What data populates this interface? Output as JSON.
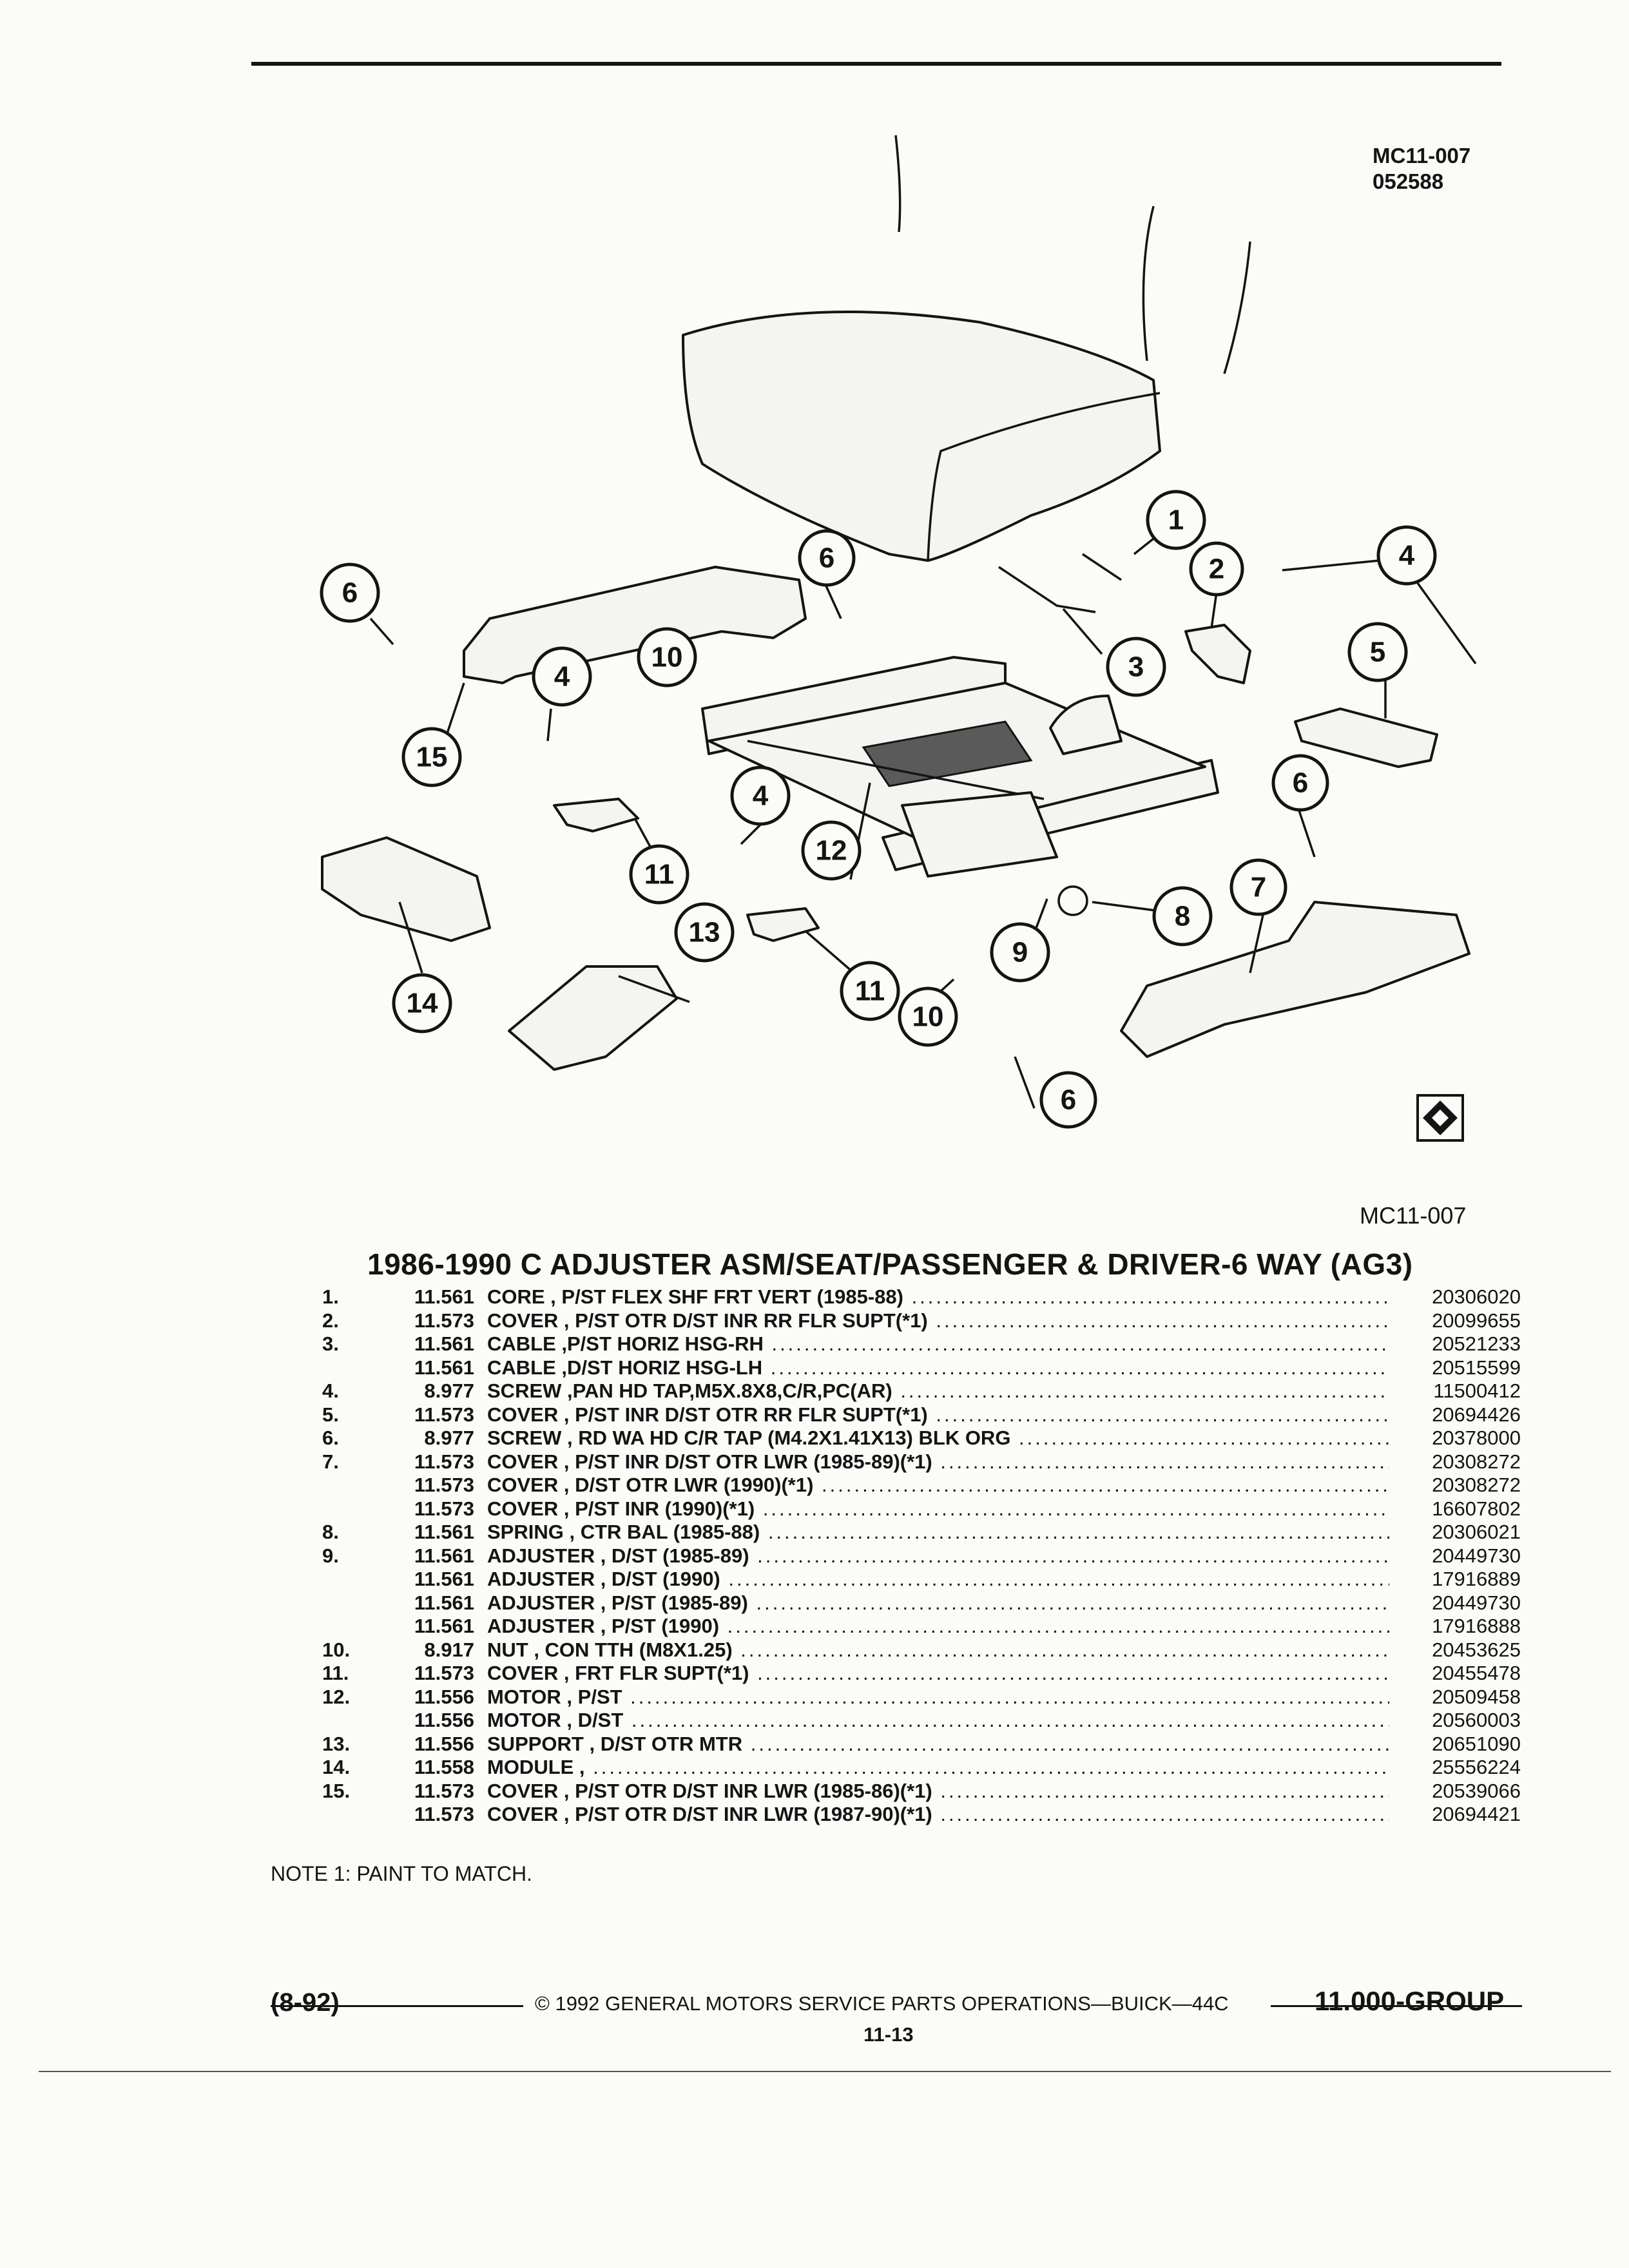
{
  "header": {
    "figure_code": "MC11-007",
    "figure_date": "052588"
  },
  "figure": {
    "caption_code": "MC11-007",
    "logo_icon": "gm-service-parts-logo",
    "callouts": [
      "1",
      "2",
      "3",
      "4",
      "4",
      "4",
      "5",
      "6",
      "6",
      "6",
      "6",
      "7",
      "8",
      "9",
      "10",
      "10",
      "11",
      "11",
      "12",
      "13",
      "14",
      "15"
    ]
  },
  "section": {
    "title": "1986-1990 C ADJUSTER ASM/SEAT/PASSENGER & DRIVER-6 WAY (AG3)"
  },
  "parts": [
    {
      "item": "1.",
      "ref": "11.561",
      "desc": "CORE , P/ST FLEX SHF FRT VERT (1985-88)",
      "pn": "20306020"
    },
    {
      "item": "2.",
      "ref": "11.573",
      "desc": "COVER , P/ST OTR D/ST INR RR FLR SUPT(*1)",
      "pn": "20099655"
    },
    {
      "item": "3.",
      "ref": "11.561",
      "desc": "CABLE ,P/ST HORIZ HSG-RH",
      "pn": "20521233"
    },
    {
      "item": "",
      "ref": "11.561",
      "desc": "CABLE ,D/ST HORIZ HSG-LH",
      "pn": "20515599"
    },
    {
      "item": "4.",
      "ref": "8.977",
      "desc": "SCREW ,PAN HD TAP,M5X.8X8,C/R,PC(AR)",
      "pn": "11500412"
    },
    {
      "item": "5.",
      "ref": "11.573",
      "desc": "COVER , P/ST INR D/ST OTR RR FLR SUPT(*1)",
      "pn": "20694426"
    },
    {
      "item": "6.",
      "ref": "8.977",
      "desc": "SCREW , RD WA HD C/R TAP (M4.2X1.41X13) BLK ORG",
      "pn": "20378000"
    },
    {
      "item": "7.",
      "ref": "11.573",
      "desc": "COVER , P/ST INR D/ST OTR LWR (1985-89)(*1)",
      "pn": "20308272"
    },
    {
      "item": "",
      "ref": "11.573",
      "desc": "COVER , D/ST OTR LWR (1990)(*1)",
      "pn": "20308272"
    },
    {
      "item": "",
      "ref": "11.573",
      "desc": "COVER , P/ST INR (1990)(*1)",
      "pn": "16607802"
    },
    {
      "item": "8.",
      "ref": "11.561",
      "desc": "SPRING , CTR BAL (1985-88)",
      "pn": "20306021"
    },
    {
      "item": "9.",
      "ref": "11.561",
      "desc": "ADJUSTER , D/ST (1985-89)",
      "pn": "20449730"
    },
    {
      "item": "",
      "ref": "11.561",
      "desc": "ADJUSTER , D/ST (1990)",
      "pn": "17916889"
    },
    {
      "item": "",
      "ref": "11.561",
      "desc": "ADJUSTER , P/ST (1985-89)",
      "pn": "20449730"
    },
    {
      "item": "",
      "ref": "11.561",
      "desc": "ADJUSTER , P/ST (1990)",
      "pn": "17916888"
    },
    {
      "item": "10.",
      "ref": "8.917",
      "desc": "NUT , CON TTH (M8X1.25)",
      "pn": "20453625"
    },
    {
      "item": "11.",
      "ref": "11.573",
      "desc": "COVER , FRT FLR SUPT(*1)",
      "pn": "20455478"
    },
    {
      "item": "12.",
      "ref": "11.556",
      "desc": "MOTOR , P/ST",
      "pn": "20509458"
    },
    {
      "item": "",
      "ref": "11.556",
      "desc": "MOTOR , D/ST",
      "pn": "20560003"
    },
    {
      "item": "13.",
      "ref": "11.556",
      "desc": "SUPPORT , D/ST OTR MTR",
      "pn": "20651090"
    },
    {
      "item": "14.",
      "ref": "11.558",
      "desc": "MODULE ,",
      "pn": "25556224"
    },
    {
      "item": "15.",
      "ref": "11.573",
      "desc": "COVER , P/ST OTR D/ST INR LWR (1985-86)(*1)",
      "pn": "20539066"
    },
    {
      "item": "",
      "ref": "11.573",
      "desc": "COVER , P/ST OTR D/ST INR LWR (1987-90)(*1)",
      "pn": "20694421"
    }
  ],
  "note": "NOTE  1:  PAINT TO MATCH.",
  "footer": {
    "copyright": "©  1992  GENERAL MOTORS SERVICE PARTS OPERATIONS—BUICK—44C",
    "page": "11-13",
    "date": "(8-92)",
    "group": "11.000-GROUP"
  }
}
